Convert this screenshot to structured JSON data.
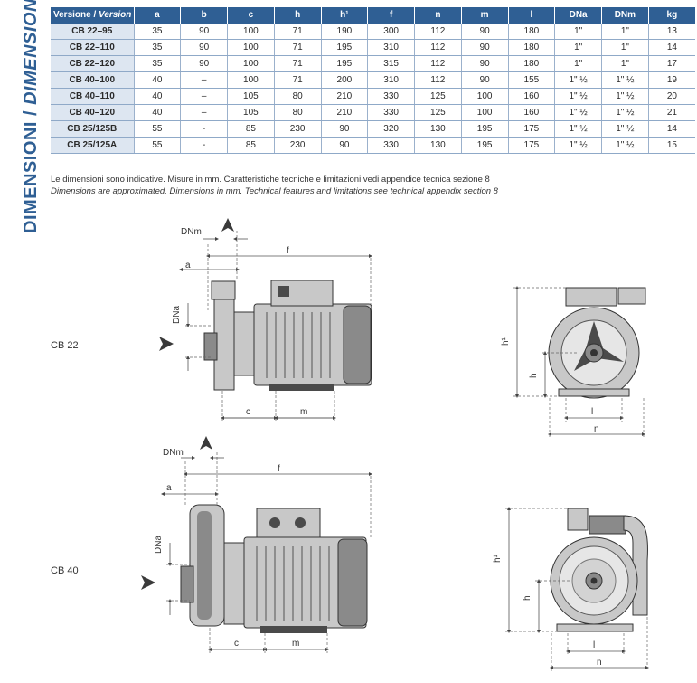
{
  "side_title": "DIMENSIONI / DIMENSION",
  "side_title_parts": {
    "it": "DIMENSIONI",
    "sep": " / ",
    "en": "DIMENSION"
  },
  "table": {
    "headers": {
      "version_it": "Versione / ",
      "version_en": "Version",
      "cols": [
        "a",
        "b",
        "c",
        "h",
        "h¹",
        "f",
        "n",
        "m",
        "l",
        "DNa",
        "DNm",
        "kg"
      ]
    },
    "rows": [
      {
        "model": "CB 22–95",
        "cells": [
          "35",
          "90",
          "100",
          "71",
          "190",
          "300",
          "112",
          "90",
          "180",
          "1\"",
          "1\"",
          "13"
        ]
      },
      {
        "model": "CB 22–110",
        "cells": [
          "35",
          "90",
          "100",
          "71",
          "195",
          "310",
          "112",
          "90",
          "180",
          "1\"",
          "1\"",
          "14"
        ]
      },
      {
        "model": "CB 22–120",
        "cells": [
          "35",
          "90",
          "100",
          "71",
          "195",
          "315",
          "112",
          "90",
          "180",
          "1\"",
          "1\"",
          "17"
        ]
      },
      {
        "model": "CB 40–100",
        "cells": [
          "40",
          "–",
          "100",
          "71",
          "200",
          "310",
          "112",
          "90",
          "155",
          "1\" ½",
          "1\" ½",
          "19"
        ]
      },
      {
        "model": "CB 40–110",
        "cells": [
          "40",
          "–",
          "105",
          "80",
          "210",
          "330",
          "125",
          "100",
          "160",
          "1\" ½",
          "1\" ½",
          "20"
        ]
      },
      {
        "model": "CB 40–120",
        "cells": [
          "40",
          "–",
          "105",
          "80",
          "210",
          "330",
          "125",
          "100",
          "160",
          "1\" ½",
          "1\" ½",
          "21"
        ]
      },
      {
        "model": "CB 25/125B",
        "cells": [
          "55",
          "-",
          "85",
          "230",
          "90",
          "320",
          "130",
          "195",
          "175",
          "1\" ½",
          "1\" ½",
          "14"
        ]
      },
      {
        "model": "CB 25/125A",
        "cells": [
          "55",
          "-",
          "85",
          "230",
          "90",
          "330",
          "130",
          "195",
          "175",
          "1\" ½",
          "1\" ½",
          "15"
        ]
      }
    ]
  },
  "notes": {
    "it": "Le dimensioni sono indicative. Misure in mm. Caratteristiche tecniche e limitazioni vedi appendice tecnica sezione 8",
    "en": "Dimensions are approximated. Dimensions in mm. Technical features and limitations see  technical appendix section 8"
  },
  "drawings": {
    "cb22": {
      "label": "CB 22",
      "dims": {
        "DNm": "DNm",
        "a": "a",
        "f": "f",
        "DNa": "DNa",
        "c": "c",
        "m": "m",
        "h1": "h¹",
        "h": "h",
        "l": "l",
        "n": "n"
      }
    },
    "cb40": {
      "label": "CB 40",
      "dims": {
        "DNm": "DNm",
        "a": "a",
        "f": "f",
        "DNa": "DNa",
        "c": "c",
        "m": "m",
        "h1": "h¹",
        "h": "h",
        "l": "l",
        "n": "n"
      }
    }
  },
  "colors": {
    "brand_blue": "#2f5f94",
    "model_cell_bg": "#dde6f1"
  }
}
